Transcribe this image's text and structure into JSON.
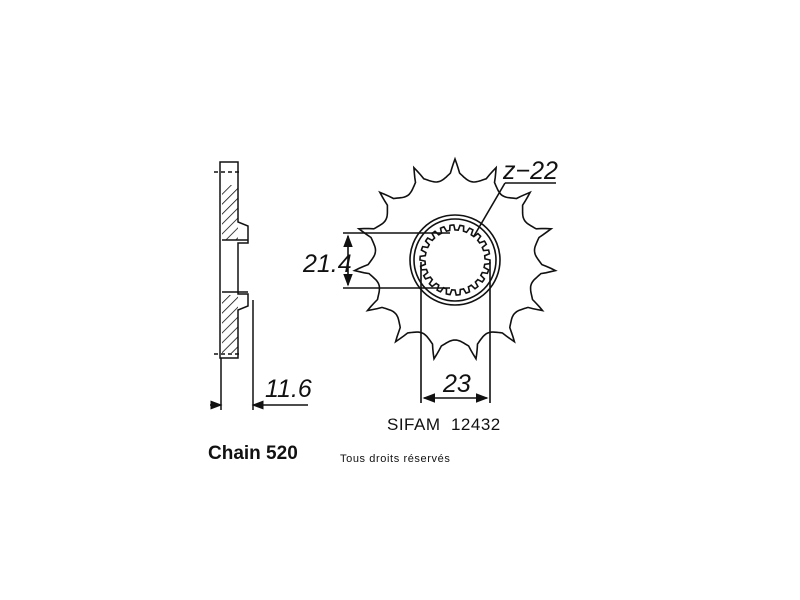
{
  "diagram": {
    "teeth_label": "z−22",
    "bore_height_label": "21.4",
    "width_label": "11.6",
    "spline_width_label": "23",
    "part_code": "SIFAM  12432",
    "chain_label": "Chain 520",
    "rights_label": "Tous droits réservés",
    "tooth_count": 15,
    "line_color": "#111111"
  }
}
